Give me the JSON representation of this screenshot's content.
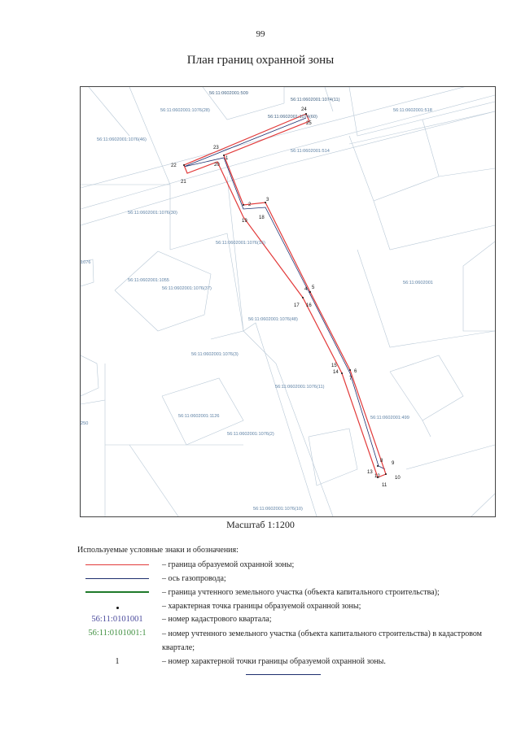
{
  "page": {
    "number": "99",
    "title": "План границ охранной зоны"
  },
  "map": {
    "scale": "Масштаб 1:1200",
    "labels": {
      "l1": "56:11:0602001:509",
      "l2": "56:11:0602001:1074(11)",
      "l3": "56:11:0602001:1076(28)",
      "l4": "56:11:0602001:1074(60)",
      "l5": "56:11:0602001:518",
      "l6": "56:11:0602001:1076(46)",
      "l7": "56:11:0602001:514",
      "l8": "56:11:0602001:1076(30)",
      "l9": "56:11:0602001:1076(16)",
      "l10": "1076",
      "l11": "56:11:0602001:1055",
      "l12": "56:11:0602001:1076(37)",
      "l13": "56:11:0602001",
      "l14": "56:11:0602001:1076(48)",
      "l15": "56:11:0602001:1076(3)",
      "l16": "56:11:0602001:1076(11)",
      "l17": "56:11:0602001:1126",
      "l18": "56:11:0602001:499",
      "l19": "250",
      "l20": "56:11:0602001:1076(2)",
      "l21": "56:11:0602001:1076(10)"
    },
    "points": {
      "p1": "1",
      "p2": "2",
      "p3": "3",
      "p4": "4",
      "p5": "5",
      "p6": "6",
      "p7": "7",
      "p8": "8",
      "p9": "9",
      "p10": "10",
      "p11": "11",
      "p12": "12",
      "p13": "13",
      "p14": "14",
      "p15": "15",
      "p16": "16",
      "p17": "17",
      "p18": "18",
      "p19": "19",
      "p20": "20",
      "p21": "21",
      "p22": "22",
      "p23": "23",
      "p24": "24",
      "p25": "25"
    },
    "colors": {
      "zone_boundary": "#e23a3a",
      "gas_axis": "#1d2f6e",
      "parcel_boundary": "#1f7a2a",
      "background_lines": "#b8c8d6"
    }
  },
  "legend": {
    "title": "Используемые условные знаки и обозначения:",
    "items": [
      {
        "symbol": "red-line",
        "text": "– граница образуемой охранной зоны;"
      },
      {
        "symbol": "blue-line",
        "text": "– ось газопровода;"
      },
      {
        "symbol": "green-line",
        "text": "– граница учтенного земельного участка (объекта капитального строительства);"
      },
      {
        "symbol": "dot",
        "text": "– характерная точка границы образуемой охранной зоны;"
      },
      {
        "symbol": "code",
        "code": "56:11:0101001",
        "text": "– номер кадастрового квартала;"
      },
      {
        "symbol": "code",
        "code": "56:11:0101001:1",
        "text": "– номер учтенного земельного участка (объекта капитального строительства) в кадастровом квартале;"
      },
      {
        "symbol": "number",
        "code": "1",
        "text": "– номер характерной точки границы образуемой охранной зоны."
      }
    ]
  }
}
